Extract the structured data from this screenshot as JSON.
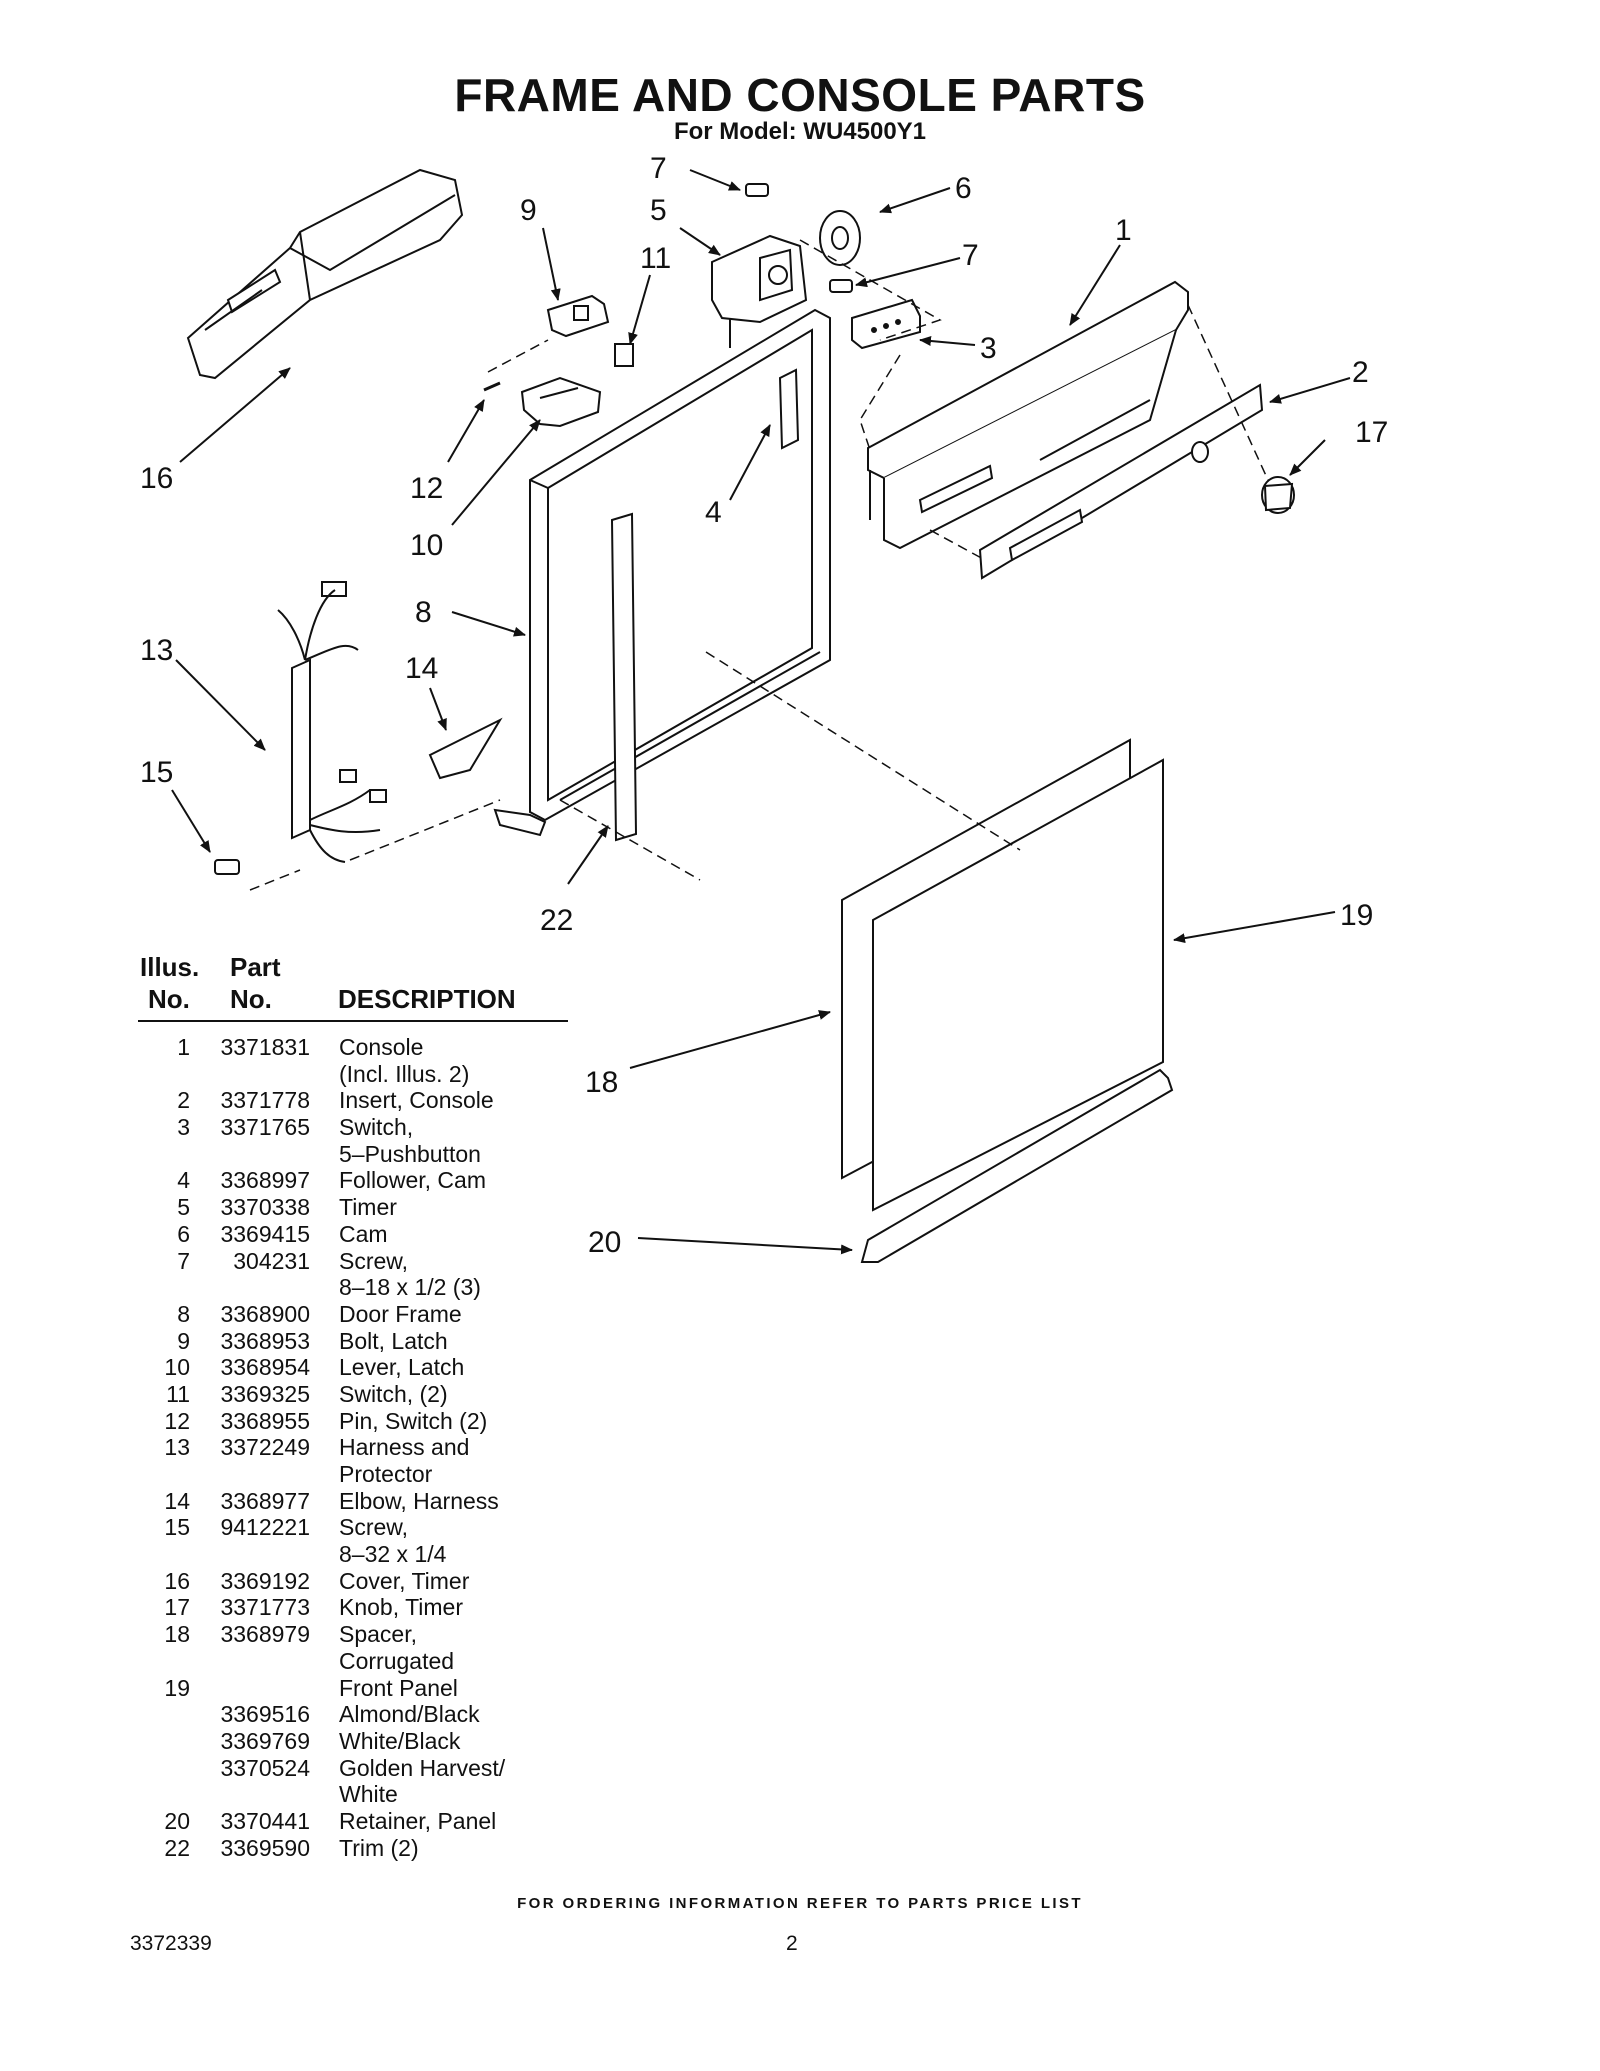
{
  "header": {
    "title": "FRAME AND CONSOLE PARTS",
    "subtitle": "For Model: WU4500Y1"
  },
  "diagram": {
    "callouts": [
      "1",
      "2",
      "3",
      "4",
      "5",
      "6",
      "7",
      "7",
      "8",
      "9",
      "10",
      "11",
      "12",
      "13",
      "14",
      "15",
      "16",
      "17",
      "18",
      "19",
      "20",
      "22"
    ]
  },
  "parts_table": {
    "headers": {
      "illus_line1": "Illus.",
      "illus_line2": "No.",
      "part_line1": "Part",
      "part_line2": "No.",
      "description": "DESCRIPTION"
    },
    "rows": [
      {
        "no": "1",
        "part": "3371831",
        "desc": "Console"
      },
      {
        "no": "",
        "part": "",
        "desc": "(Incl. Illus. 2)"
      },
      {
        "no": "2",
        "part": "3371778",
        "desc": "Insert, Console"
      },
      {
        "no": "3",
        "part": "3371765",
        "desc": "Switch,"
      },
      {
        "no": "",
        "part": "",
        "desc": "5–Pushbutton"
      },
      {
        "no": "4",
        "part": "3368997",
        "desc": "Follower, Cam"
      },
      {
        "no": "5",
        "part": "3370338",
        "desc": "Timer"
      },
      {
        "no": "6",
        "part": "3369415",
        "desc": "Cam"
      },
      {
        "no": "7",
        "part": "304231",
        "desc": "Screw,"
      },
      {
        "no": "",
        "part": "",
        "desc": "8–18 x 1/2 (3)"
      },
      {
        "no": "8",
        "part": "3368900",
        "desc": "Door Frame"
      },
      {
        "no": "9",
        "part": "3368953",
        "desc": "Bolt, Latch"
      },
      {
        "no": "10",
        "part": "3368954",
        "desc": "Lever, Latch"
      },
      {
        "no": "11",
        "part": "3369325",
        "desc": "Switch, (2)"
      },
      {
        "no": "12",
        "part": "3368955",
        "desc": "Pin, Switch (2)"
      },
      {
        "no": "13",
        "part": "3372249",
        "desc": "Harness and"
      },
      {
        "no": "",
        "part": "",
        "desc": "Protector"
      },
      {
        "no": "14",
        "part": "3368977",
        "desc": "Elbow, Harness"
      },
      {
        "no": "15",
        "part": "9412221",
        "desc": "Screw,"
      },
      {
        "no": "",
        "part": "",
        "desc": "8–32 x 1/4"
      },
      {
        "no": "16",
        "part": "3369192",
        "desc": "Cover, Timer"
      },
      {
        "no": "17",
        "part": "3371773",
        "desc": "Knob, Timer"
      },
      {
        "no": "18",
        "part": "3368979",
        "desc": "Spacer,"
      },
      {
        "no": "",
        "part": "",
        "desc": "Corrugated"
      },
      {
        "no": "19",
        "part": "",
        "desc": "Front Panel"
      },
      {
        "no": "",
        "part": "3369516",
        "desc": "Almond/Black"
      },
      {
        "no": "",
        "part": "3369769",
        "desc": "White/Black"
      },
      {
        "no": "",
        "part": "3370524",
        "desc": "Golden Harvest/"
      },
      {
        "no": "",
        "part": "",
        "desc": "White"
      },
      {
        "no": "20",
        "part": "3370441",
        "desc": "Retainer, Panel"
      },
      {
        "no": "22",
        "part": "3369590",
        "desc": "Trim (2)"
      }
    ]
  },
  "footer": {
    "note": "FOR ORDERING INFORMATION REFER TO PARTS PRICE LIST",
    "doc_number": "3372339",
    "page_number": "2"
  }
}
